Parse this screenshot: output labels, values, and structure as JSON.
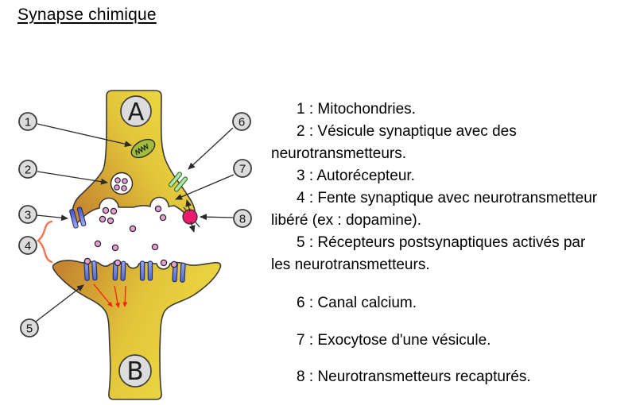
{
  "title": "Synapse chimique",
  "diagram": {
    "neuron_a_label": "A",
    "neuron_b_label": "B",
    "callouts": {
      "c1": "1",
      "c2": "2",
      "c3": "3",
      "c4": "4",
      "c5": "5",
      "c6": "6",
      "c7": "7",
      "c8": "8"
    },
    "colors": {
      "membrane_dark": "#c5862f",
      "membrane_mid": "#e3c63a",
      "membrane_light": "#eedc43",
      "outline": "#3a3a3a",
      "badge_gray": "#dcdcdc",
      "vesicle_dot_pink": "#e79ed4",
      "recaptured_vesicle_pink": "#ea1a6e",
      "autoreceptor_blue_dark": "#3f51c2",
      "autoreceptor_blue_light": "#9fb0f0",
      "receptor_blue_light": "#93a5ea",
      "receptor_blue_dark": "#5468c6",
      "calcium_channel_green": "#a9e8a0",
      "mitochondrion_green": "#9fbe3b",
      "brace_orange": "#f4724d",
      "arrow_red": "#f3230f"
    }
  },
  "legend": {
    "items": [
      {
        "lines": [
          "1 : Mitochondries."
        ]
      },
      {
        "lines": [
          "2 : Vésicule synaptique avec des",
          "neurotransmetteurs."
        ]
      },
      {
        "lines": [
          "3 : Autorécepteur."
        ]
      },
      {
        "lines": [
          "4 : Fente synaptique avec neurotransmetteur",
          "libéré (ex : dopamine)."
        ]
      },
      {
        "lines": [
          "5 : Récepteurs postsynaptiques activés par",
          "les neurotransmetteurs."
        ]
      },
      {
        "lines": [
          "6 : Canal calcium."
        ]
      },
      {
        "lines": [
          "7 : Exocytose d'une vésicule."
        ]
      },
      {
        "lines": [
          "8 : Neurotransmetteurs recapturés."
        ]
      }
    ]
  }
}
